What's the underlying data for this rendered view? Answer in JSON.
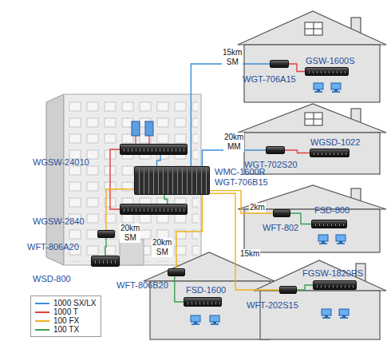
{
  "diagram": {
    "nodes": [
      {
        "text": [
          "GSW-1600S"
        ]
      },
      {
        "text": [
          "WGT-706A15"
        ]
      },
      {
        "text": [
          "WGSD-1022"
        ]
      },
      {
        "text": [
          "WGT-702S20"
        ]
      },
      {
        "text": [
          "WGSW-24010"
        ]
      },
      {
        "text": [
          "WMC-1600R",
          "WGT-706B15"
        ]
      },
      {
        "text": [
          "FSD-800"
        ]
      },
      {
        "text": [
          "WFT-802"
        ]
      },
      {
        "text": [
          "WGSW-2840"
        ]
      },
      {
        "text": [
          "WFT-806A20"
        ]
      },
      {
        "text": [
          "WSD-800"
        ]
      },
      {
        "text": [
          "WFT-806B20"
        ]
      },
      {
        "text": [
          "FSD-1600"
        ]
      },
      {
        "text": [
          "WFT-202S15"
        ]
      },
      {
        "text": [
          "FGSW-1820RS"
        ]
      }
    ],
    "edges": [
      {
        "from": 5,
        "to": 1,
        "arrow": "none",
        "label": "15km SM"
      },
      {
        "from": 1,
        "to": 0,
        "arrow": "none"
      },
      {
        "from": 5,
        "to": 3,
        "arrow": "none",
        "label": "20km MM"
      },
      {
        "from": 3,
        "to": 2,
        "arrow": "none"
      },
      {
        "from": 4,
        "to": 5,
        "arrow": "none"
      },
      {
        "from": 4,
        "to": 8,
        "arrow": "none"
      },
      {
        "from": 8,
        "to": 5,
        "arrow": "none"
      },
      {
        "from": 5,
        "to": 7,
        "arrow": "none",
        "label": "2km"
      },
      {
        "from": 7,
        "to": 6,
        "arrow": "none"
      },
      {
        "from": 9,
        "to": 5,
        "arrow": "none",
        "label": "20km SM"
      },
      {
        "from": 10,
        "to": 9,
        "arrow": "none"
      },
      {
        "from": 5,
        "to": 11,
        "arrow": "none",
        "label": "20km SM"
      },
      {
        "from": 11,
        "to": 12,
        "arrow": "none"
      },
      {
        "from": 5,
        "to": 13,
        "arrow": "none",
        "label": "15km"
      },
      {
        "from": 13,
        "to": 14,
        "arrow": "none"
      }
    ],
    "legend": [
      {
        "text": "1000 SX/LX",
        "color": "#3c8fd8"
      },
      {
        "text": "1000 T",
        "color": "#e04040"
      },
      {
        "text": "100 FX",
        "color": "#f0b020"
      },
      {
        "text": "100 TX",
        "color": "#3aa050"
      }
    ]
  }
}
